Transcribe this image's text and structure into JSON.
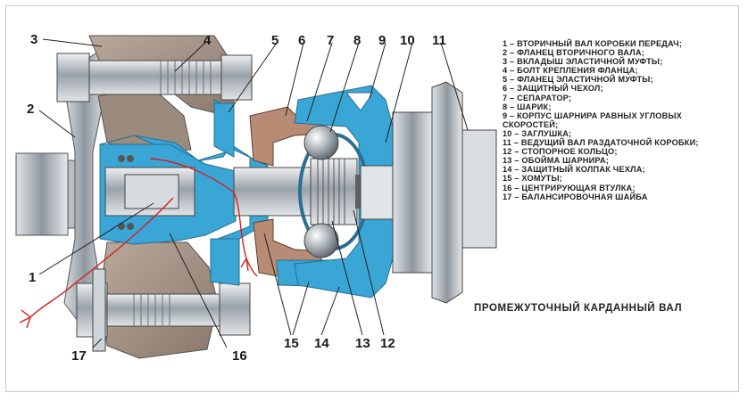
{
  "diagram": {
    "caption": "ПРОМЕЖУТОЧНЫЙ КАРДАННЫЙ ВАЛ",
    "legend": [
      "1 – ВТОРИЧНЫЙ ВАЛ КОРОБКИ ПЕРЕДАЧ;",
      "2 – ФЛАНЕЦ ВТОРИЧНОГО ВАЛА;",
      "3 – ВКЛАДЫШ ЭЛАСТИЧНОЙ МУФТЫ;",
      "4 – БОЛТ КРЕПЛЕНИЯ ФЛАНЦА;",
      "5 – ФЛАНЕЦ ЭЛАСТИЧНОЙ МУФТЫ;",
      "6 – ЗАЩИТНЫЙ ЧЕХОЛ;",
      "7 – СЕПАРАТОР;",
      "8 – ШАРИК;",
      "9 – КОРПУС ШАРНИРА РАВНЫХ УГЛОВЫХ\nСКОРОСТЕЙ;",
      "10 – ЗАГЛУШКА;",
      "11 – ВЕДУЩИЙ ВАЛ РАЗДАТОЧНОЙ КОРОБКИ;",
      "12 – СТОПОРНОЕ КОЛЬЦО;",
      "13 – ОБОЙМА ШАРНИРА;",
      "14 – ЗАЩИТНЫЙ КОЛПАК ЧЕХЛА;",
      "15 – ХОМУТЫ;",
      "16 – ЦЕНТРИРУЮЩАЯ ВТУЛКА;",
      "17 – БАЛАНСИРОВОЧНАЯ ШАЙБА"
    ],
    "callouts": {
      "n1": "1",
      "n2": "2",
      "n3": "3",
      "n4": "4",
      "n5": "5",
      "n6": "6",
      "n7": "7",
      "n8": "8",
      "n9": "9",
      "n10": "10",
      "n11": "11",
      "n12": "12",
      "n13": "13",
      "n14": "14",
      "n15": "15",
      "n16": "16",
      "n17": "17"
    },
    "colors": {
      "rubber": "#a8968a",
      "rubber_dark": "#7c6a5f",
      "steel": "#c9cdd2",
      "steel_dark": "#7d858c",
      "cutaway": "#3aa6d6",
      "boot": "#b88b74",
      "annotation": "#d42020"
    }
  }
}
